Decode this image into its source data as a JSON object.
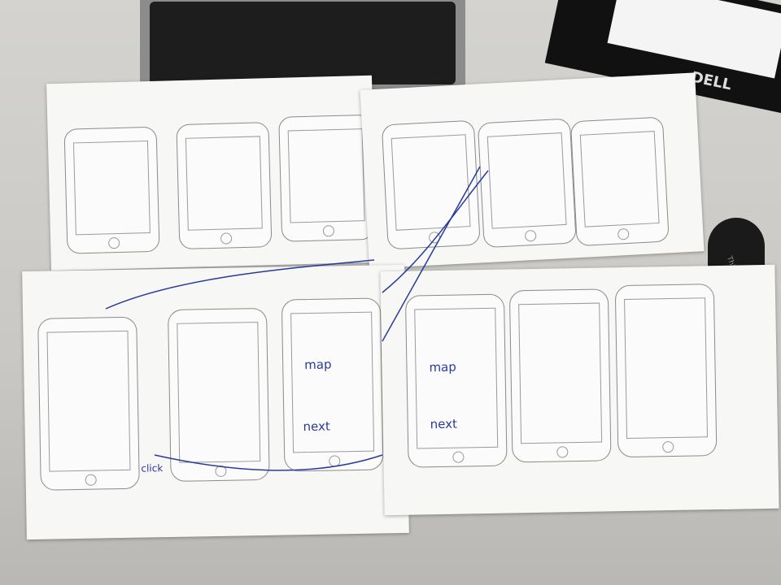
{
  "laptop": {},
  "monitor": {
    "brand": "DELL"
  },
  "mouse": {
    "brand": "ThinkPad"
  },
  "sketch_labels": {
    "map_1": "map",
    "next_1": "next",
    "map_2": "map",
    "next_2": "next",
    "click": "click"
  },
  "colors": {
    "ink": "#2a3a9a",
    "paper": "#f7f7f5",
    "desk": "#cfcfcb"
  }
}
